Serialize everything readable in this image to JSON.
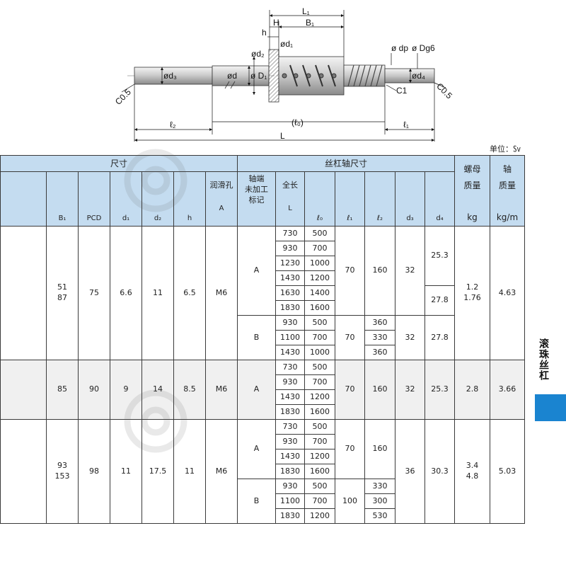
{
  "diagram": {
    "dims": {
      "L1": "L₁",
      "B1": "B₁",
      "H": "H",
      "h": "h",
      "d1": "ød₁",
      "d2": "ød₂",
      "d3": "ød₃",
      "d": "ød",
      "D1": "ø D₁",
      "dp": "ø dp",
      "Dg6": "ø Dg6",
      "d4": "ød₄",
      "C05_left": "C0.5",
      "C05_right": "C0.5",
      "C1": "C1",
      "l0": "(ℓ₀)",
      "l2": "ℓ₂",
      "l1": "ℓ₁",
      "L": "L"
    }
  },
  "unit_label": "单位：㏜",
  "table": {
    "header": {
      "size_group": "尺寸",
      "shaft_group": "丝杠轴尺寸",
      "nut_mass_top": "螺母",
      "nut_mass_mid": "质量",
      "nut_mass_unit": "kg",
      "shaft_mass_top": "轴",
      "shaft_mass_mid": "质量",
      "shaft_mass_unit": "kg/m",
      "lube_top": "润滑孔",
      "lube_sub": "A",
      "shaft_end_top": "轴端\n未加工\n标记",
      "total_length_top": "全长",
      "total_length_sub": "L",
      "B1": "B₁",
      "PCD": "PCD",
      "d1": "d₁",
      "d2": "d₂",
      "h": "h",
      "l0": "ℓ₀",
      "l1": "ℓ₁",
      "l2": "ℓ₂",
      "d3": "d₃",
      "d4": "d₄"
    },
    "groups": [
      {
        "B1": "51\n87",
        "PCD": "75",
        "d1": "6.6",
        "d2": "11",
        "h": "6.5",
        "lube": "M6",
        "nut_mass": "1.2\n1.76",
        "shaft_mass": "4.63",
        "A": {
          "mark": "A",
          "L": [
            "730",
            "930",
            "1230",
            "1430",
            "1630",
            "1830"
          ],
          "l0": [
            "500",
            "700",
            "1000",
            "1200",
            "1400",
            "1600"
          ],
          "l1": "70",
          "l2": "160",
          "d3": "32",
          "d4": [
            "25.3",
            "27.8"
          ]
        },
        "B": {
          "mark": "B",
          "L": [
            "930",
            "1100",
            "1430"
          ],
          "l0": [
            "500",
            "700",
            "1000"
          ],
          "l1": "70",
          "l2": [
            "360",
            "330",
            "360"
          ],
          "d3": "32",
          "d4": "27.8"
        }
      },
      {
        "B1": "85",
        "PCD": "90",
        "d1": "9",
        "d2": "14",
        "h": "8.5",
        "lube": "M6",
        "nut_mass": "2.8",
        "shaft_mass": "3.66",
        "A": {
          "mark": "A",
          "L": [
            "730",
            "930",
            "1430",
            "1830"
          ],
          "l0": [
            "500",
            "700",
            "1200",
            "1600"
          ],
          "l1": "70",
          "l2": "160",
          "d3": "32",
          "d4": "25.3"
        }
      },
      {
        "B1": "93\n153",
        "PCD": "98",
        "d1": "11",
        "d2": "17.5",
        "h": "11",
        "lube": "M6",
        "nut_mass": "3.4\n4.8",
        "shaft_mass": "5.03",
        "A": {
          "mark": "A",
          "L": [
            "730",
            "930",
            "1430",
            "1830"
          ],
          "l0": [
            "500",
            "700",
            "1200",
            "1600"
          ],
          "l1": "70",
          "l2": "160"
        },
        "B": {
          "mark": "B",
          "L": [
            "930",
            "1100",
            "1830"
          ],
          "l0": [
            "500",
            "700",
            "1200"
          ],
          "l1": "100",
          "l2": [
            "330",
            "300",
            "530"
          ]
        },
        "d3": "36",
        "d4": "30.3"
      }
    ]
  },
  "sidebar": {
    "title": "滚珠丝杠",
    "accent": "#1a84d0"
  },
  "colors": {
    "header_bg": "#c4dcf0",
    "row_alt_bg": "#f0f0f0"
  }
}
